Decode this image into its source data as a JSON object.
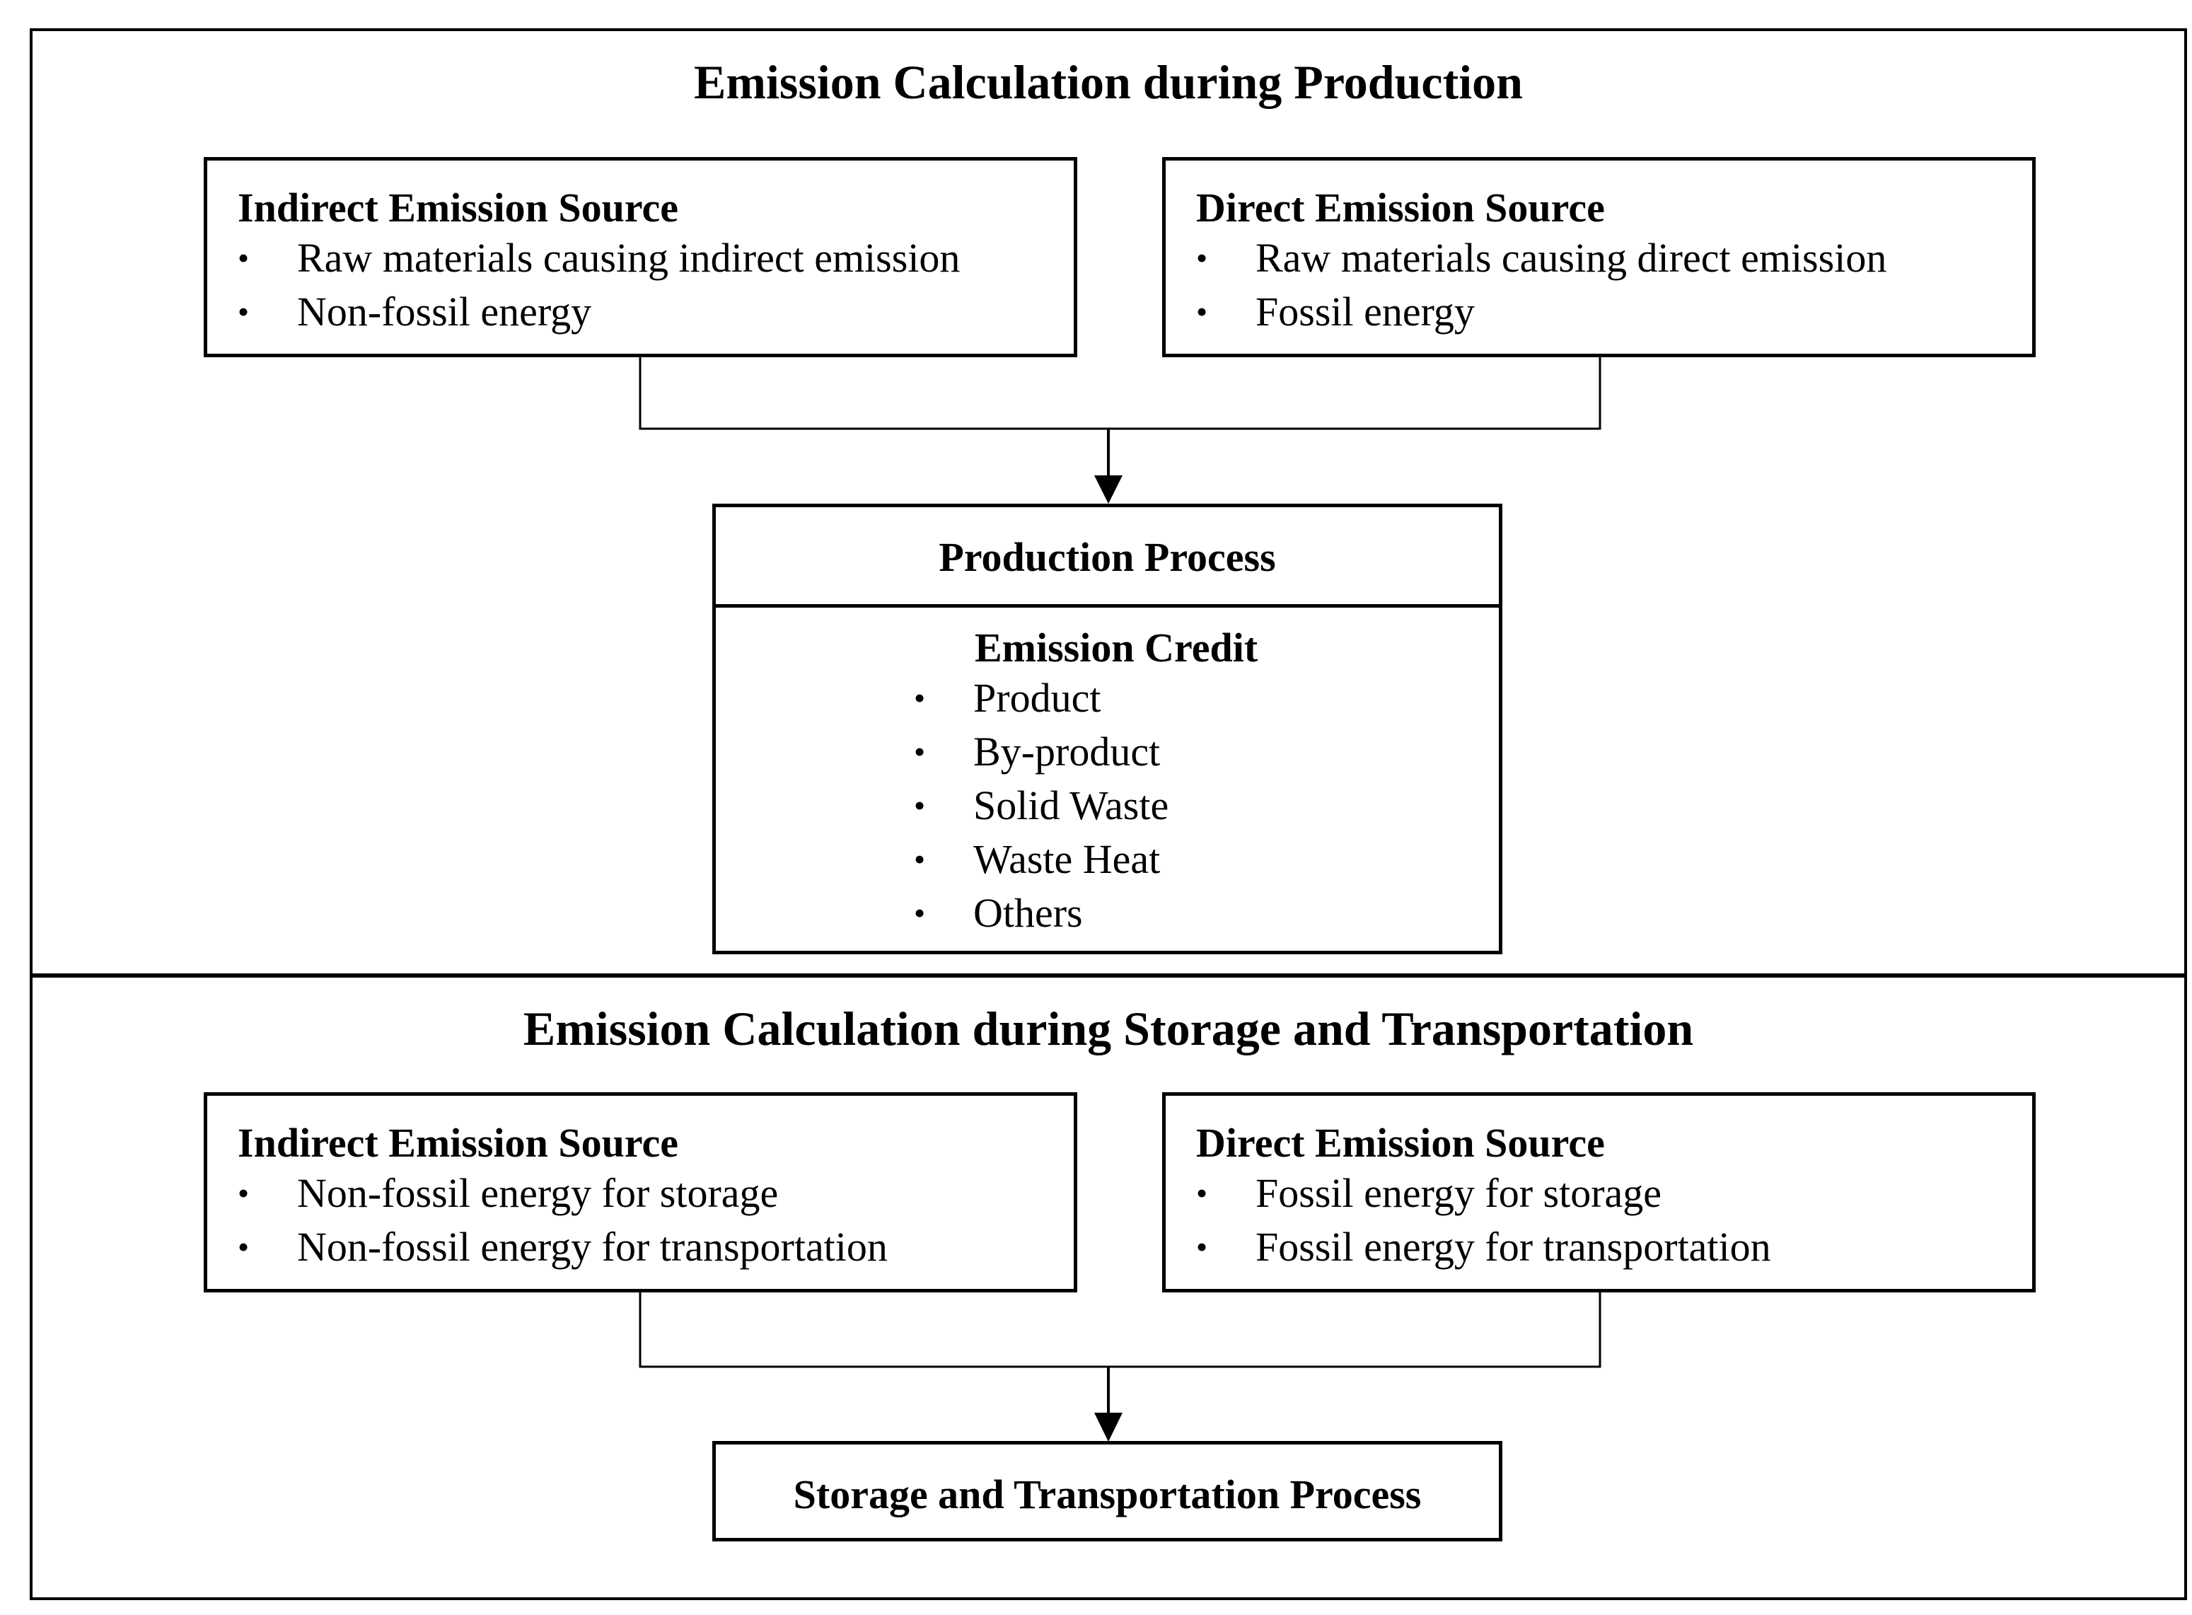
{
  "production": {
    "title": "Emission Calculation during Production",
    "indirect": {
      "heading": "Indirect Emission Source",
      "items": [
        "Raw materials causing indirect emission",
        "Non-fossil energy"
      ]
    },
    "direct": {
      "heading": "Direct Emission Source",
      "items": [
        "Raw materials causing direct emission",
        "Fossil energy"
      ]
    },
    "process": {
      "label": "Production Process",
      "credit_heading": "Emission Credit",
      "credit_items": [
        "Product",
        "By-product",
        "Solid Waste",
        "Waste Heat",
        "Others"
      ]
    }
  },
  "storage": {
    "title": "Emission Calculation during Storage and Transportation",
    "indirect": {
      "heading": "Indirect Emission Source",
      "items": [
        "Non-fossil energy for storage",
        "Non-fossil energy for transportation"
      ]
    },
    "direct": {
      "heading": "Direct Emission Source",
      "items": [
        "Fossil energy for storage",
        "Fossil energy for transportation"
      ]
    },
    "process": {
      "label": "Storage and Transportation Process"
    }
  }
}
